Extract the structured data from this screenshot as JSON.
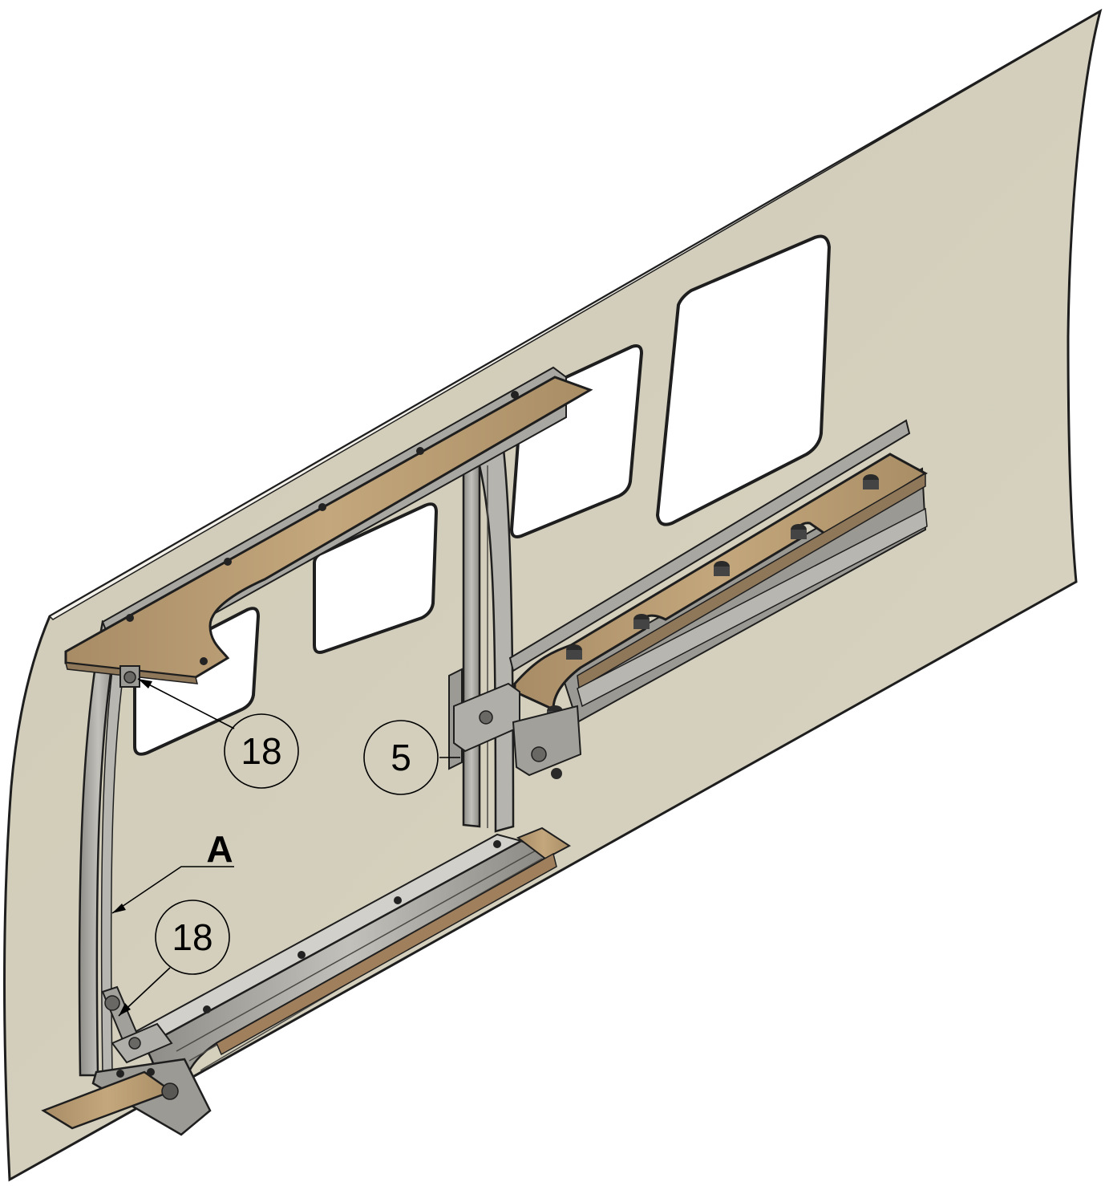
{
  "callouts": [
    {
      "id": "callout-18-top",
      "label": "18"
    },
    {
      "id": "callout-5",
      "label": "5"
    },
    {
      "id": "callout-18-bottom",
      "label": "18"
    }
  ],
  "section_label": {
    "label": "A"
  },
  "colors": {
    "panel": "#d3cfbc",
    "panel_edge": "#1e1e1e",
    "wood": "#b79a72",
    "metal": "#a7a59f",
    "metal_dark": "#5f5d58",
    "window": "#ffffff"
  }
}
